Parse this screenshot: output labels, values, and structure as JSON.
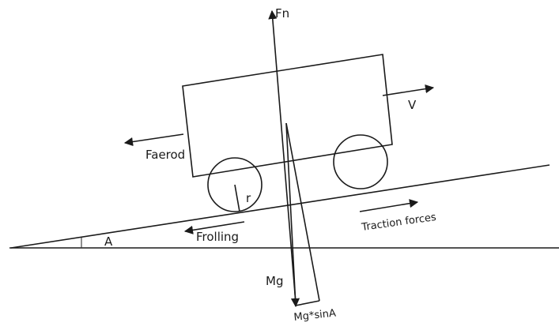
{
  "labels": {
    "normal_force": "Fn",
    "velocity": "V",
    "aero_drag": "Faerod",
    "wheel_radius": "r",
    "rolling_resistance": "Frolling",
    "traction": "Traction forces",
    "angle": "A",
    "weight": "Mg",
    "weight_component": "Mg*sinA"
  },
  "colors": {
    "line": "#1a1a1a",
    "background": "#ffffff"
  }
}
